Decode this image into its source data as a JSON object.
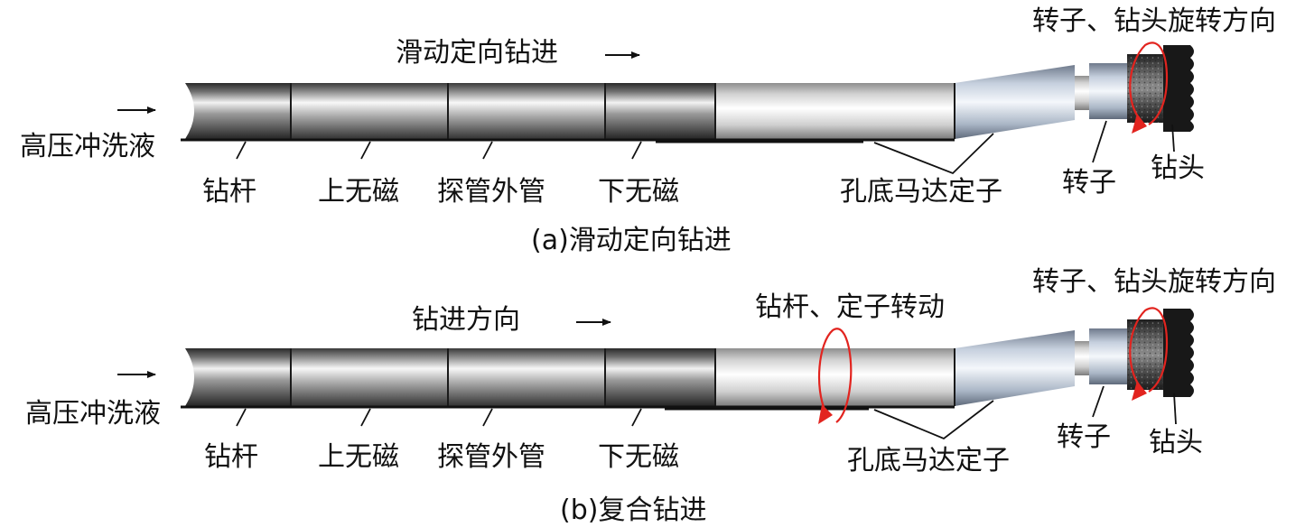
{
  "colors": {
    "accent": "#e2241f"
  },
  "panels": [
    {
      "id": "a",
      "caption": "(a)滑动定向钻进",
      "direction": "滑动定向钻进",
      "fluid": "高压冲洗液",
      "labels": {
        "drill_rod": "钻杆",
        "upper_nonmag": "上无磁",
        "probe_tube": "探管外管",
        "lower_nonmag": "下无磁",
        "motor_stator": "孔底马达定子",
        "rotor": "转子",
        "bit": "钻头",
        "rotation": "转子、钻头旋转方向"
      }
    },
    {
      "id": "b",
      "caption": "(b)复合钻进",
      "direction": "钻进方向",
      "fluid": "高压冲洗液",
      "rotation2": "钻杆、定子转动",
      "labels": {
        "drill_rod": "钻杆",
        "upper_nonmag": "上无磁",
        "probe_tube": "探管外管",
        "lower_nonmag": "下无磁",
        "motor_stator": "孔底马达定子",
        "rotor": "转子",
        "bit": "钻头",
        "rotation": "转子、钻头旋转方向"
      }
    }
  ]
}
